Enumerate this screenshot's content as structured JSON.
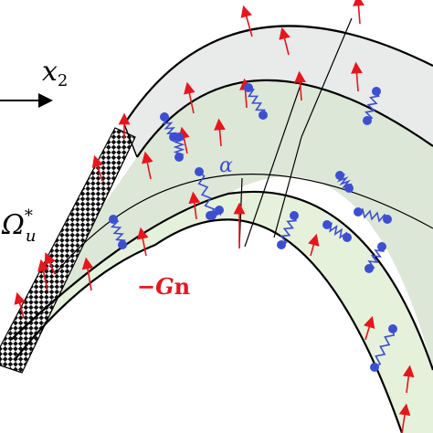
{
  "labels": {
    "x2": "x",
    "x2_sub": "2",
    "omega": "Ω",
    "omega_sup": "*",
    "omega_sub": "u",
    "alpha": "α",
    "traction_minus": "−",
    "traction_G": "G",
    "traction_n": "n"
  },
  "colors": {
    "outline": "#000000",
    "arrow_red": "#e8151b",
    "spring_blue": "#3d4fd1",
    "spring_blue_dark": "#1f2fd0",
    "layer_top": "#e9eaea",
    "layer_middle": "#dde7d8",
    "layer_bottom": "#e6f1dc",
    "hatch_dark": "#111111",
    "hatch_light": "#ffffff"
  }
}
